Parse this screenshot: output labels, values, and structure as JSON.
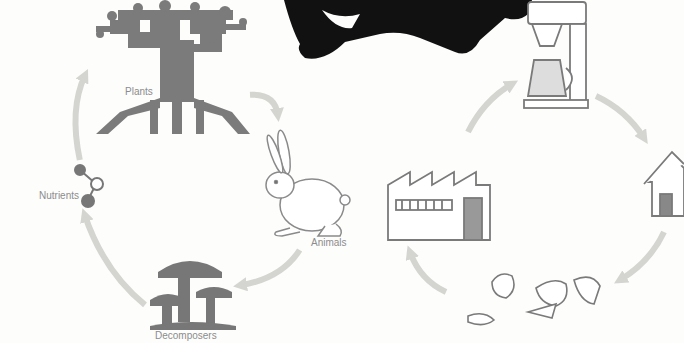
{
  "diagram": {
    "nodes": [
      {
        "text": [
          "Plants"
        ]
      },
      {
        "text": [
          "Animals"
        ]
      },
      {
        "text": [
          "Decomposers"
        ]
      },
      {
        "text": [
          "Nutrients"
        ]
      }
    ],
    "edges": [
      {
        "from": 0,
        "to": 1,
        "arrow": "to"
      },
      {
        "from": 1,
        "to": 2,
        "arrow": "to"
      },
      {
        "from": 2,
        "to": 3,
        "arrow": "to"
      },
      {
        "from": 3,
        "to": 0,
        "arrow": "to"
      }
    ]
  }
}
